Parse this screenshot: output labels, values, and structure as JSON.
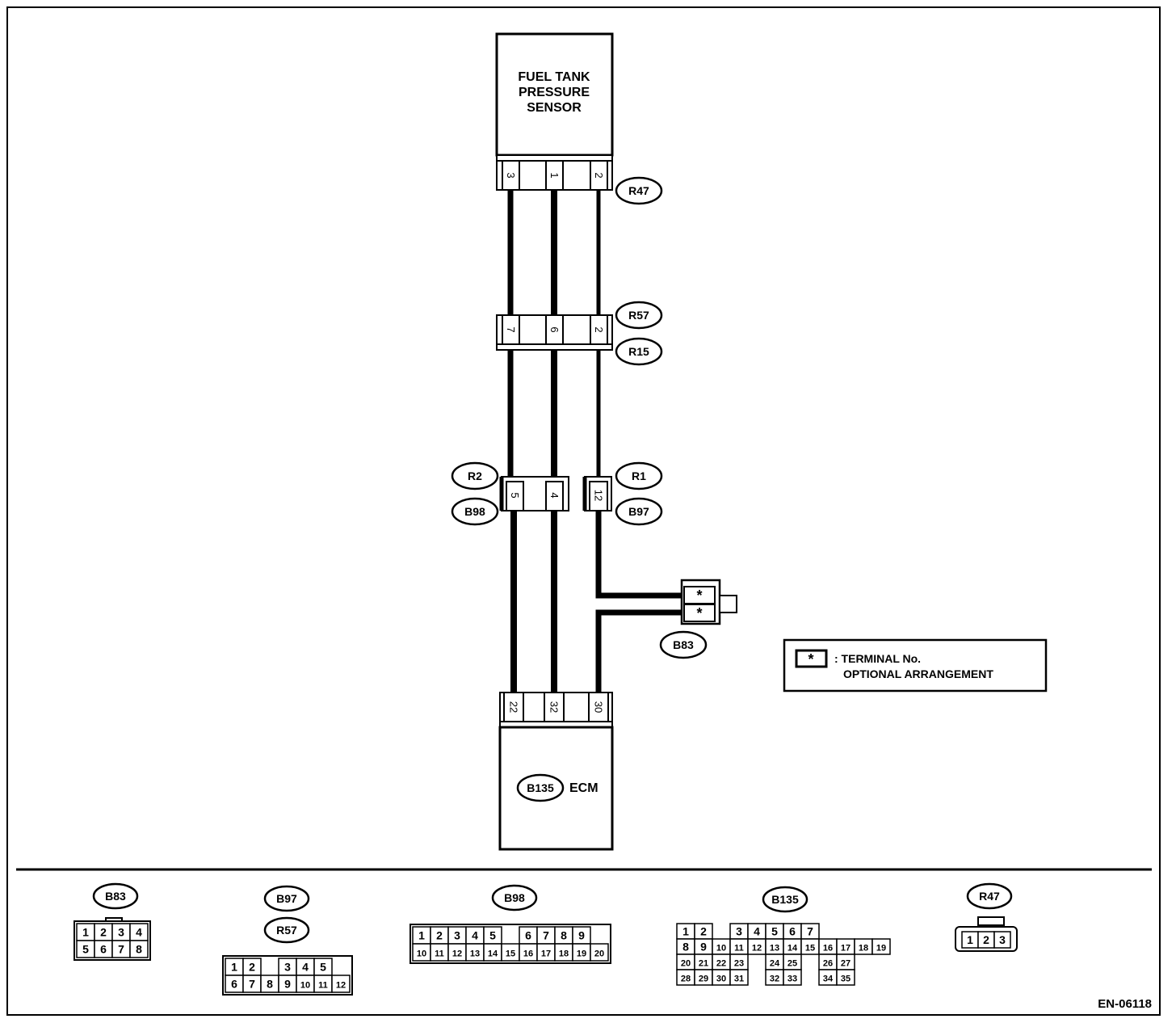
{
  "components": {
    "sensor": {
      "title_lines": [
        "FUEL TANK",
        "PRESSURE",
        "SENSOR"
      ]
    },
    "ecm": {
      "id": "B135",
      "label": "ECM"
    }
  },
  "connectors": {
    "r47": {
      "id": "R47",
      "pins": [
        "3",
        "1",
        "2"
      ]
    },
    "r57_r15": {
      "ids": [
        "R57",
        "R15"
      ],
      "pins": [
        "7",
        "6",
        "2"
      ]
    },
    "r2_b98": {
      "ids": [
        "R2",
        "B98"
      ],
      "pins": [
        "5",
        "4"
      ]
    },
    "r1_b97": {
      "ids": [
        "R1",
        "B97"
      ],
      "pins": [
        "12"
      ]
    },
    "b83": {
      "id": "B83",
      "pins": [
        "*",
        "*"
      ]
    },
    "b135": {
      "pins": [
        "22",
        "32",
        "30"
      ]
    }
  },
  "legend": {
    "symbol": "*",
    "line1": ": TERMINAL No.",
    "line2": "OPTIONAL ARRANGEMENT"
  },
  "connector_views": {
    "b83": {
      "ids": [
        "B83"
      ],
      "rows": [
        [
          "1",
          "2",
          "3",
          "4"
        ],
        [
          "5",
          "6",
          "7",
          "8"
        ]
      ]
    },
    "b97_r57": {
      "ids": [
        "B97",
        "R57"
      ],
      "rows": [
        [
          "1",
          "2",
          "",
          "3",
          "4",
          "5"
        ],
        [
          "6",
          "7",
          "8",
          "9",
          "10",
          "11",
          "12"
        ]
      ]
    },
    "b98": {
      "ids": [
        "B98"
      ],
      "rows": [
        [
          "1",
          "2",
          "3",
          "4",
          "5",
          "",
          "6",
          "7",
          "8",
          "9"
        ],
        [
          "10",
          "11",
          "12",
          "13",
          "14",
          "15",
          "16",
          "17",
          "18",
          "19",
          "20"
        ]
      ]
    },
    "b135": {
      "ids": [
        "B135"
      ],
      "rows": [
        [
          "1",
          "2",
          "",
          "3",
          "4",
          "5",
          "6",
          "7"
        ],
        [
          "8",
          "9",
          "10",
          "11",
          "12",
          "13",
          "14",
          "15",
          "16",
          "17",
          "18",
          "19"
        ],
        [
          "20",
          "21",
          "22",
          "23",
          "",
          "24",
          "25",
          "",
          "26",
          "27"
        ],
        [
          "28",
          "29",
          "30",
          "31",
          "",
          "32",
          "33",
          "",
          "34",
          "35"
        ]
      ]
    },
    "r47": {
      "ids": [
        "R47"
      ],
      "rows": [
        [
          "1",
          "2",
          "3"
        ]
      ]
    }
  },
  "figure_id": "EN-06118"
}
